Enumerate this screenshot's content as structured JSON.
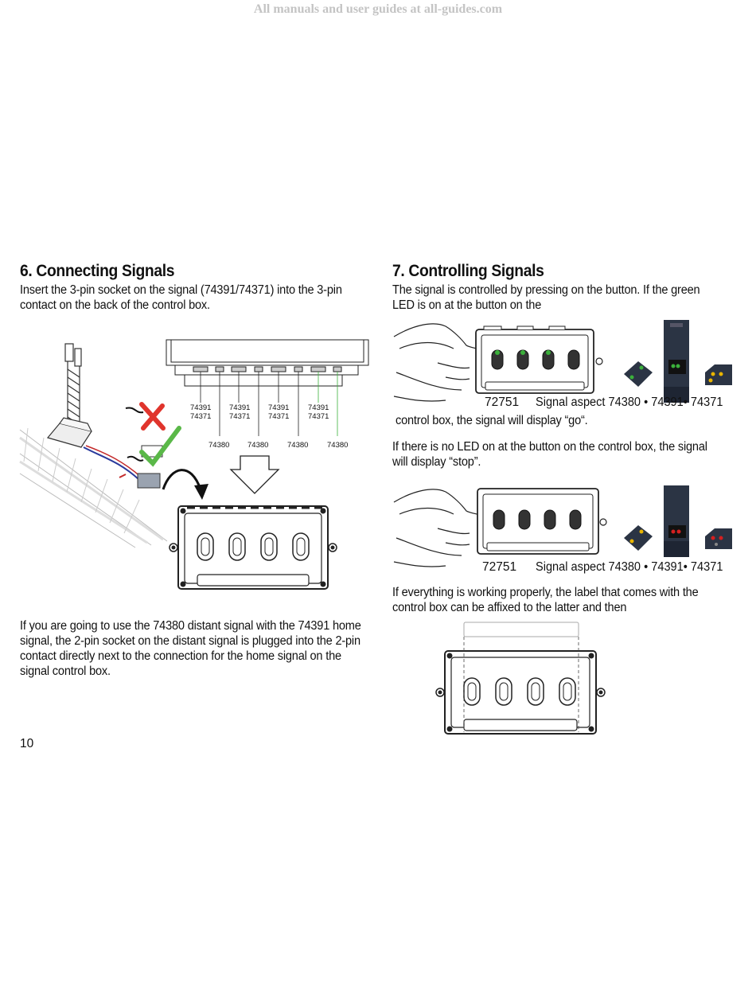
{
  "watermark": "All manuals and user guides at all-guides.com",
  "section6": {
    "title": "6. Connecting Signals",
    "intro": "Insert the 3-pin socket on the signal (74391/74371) into the 3-pin contact on the back of the control box.",
    "labels_top": [
      "74391\n74371",
      "74391\n74371",
      "74391\n74371",
      "74391\n74371"
    ],
    "labels_bottom": [
      "74380",
      "74380",
      "74380",
      "74380"
    ],
    "body": "If you are going to use the 74380 distant signal with the 74391 home signal, the 2-pin socket on the distant signal is plugged into the 2-pin contact directly next to the connection for the home signal on the signal control box."
  },
  "section7": {
    "title": "7. Controlling Signals",
    "intro": "The signal is controlled by pressing on the button. If the green LED is on at the button on the",
    "figure1": {
      "part": "72751",
      "aspect": "Signal aspect 74380 • 74391• 74371"
    },
    "after_figure1": "control box, the signal will display “go“.",
    "no_led": "If there is no LED on at the button on the control box, the signal will display “stop”.",
    "figure2": {
      "part": "72751",
      "aspect": "Signal aspect 74380 • 74391• 74371"
    },
    "label_text": "If everything is working properly, the label that comes with the control box can be affixed to the latter and then"
  },
  "page_number": "10",
  "colors": {
    "led_green": "#3bb03b",
    "led_red": "#d42020",
    "led_yellow": "#e8b400",
    "signal_body": "#2b3444",
    "check": "#5ab848",
    "cross": "#e0342c"
  }
}
